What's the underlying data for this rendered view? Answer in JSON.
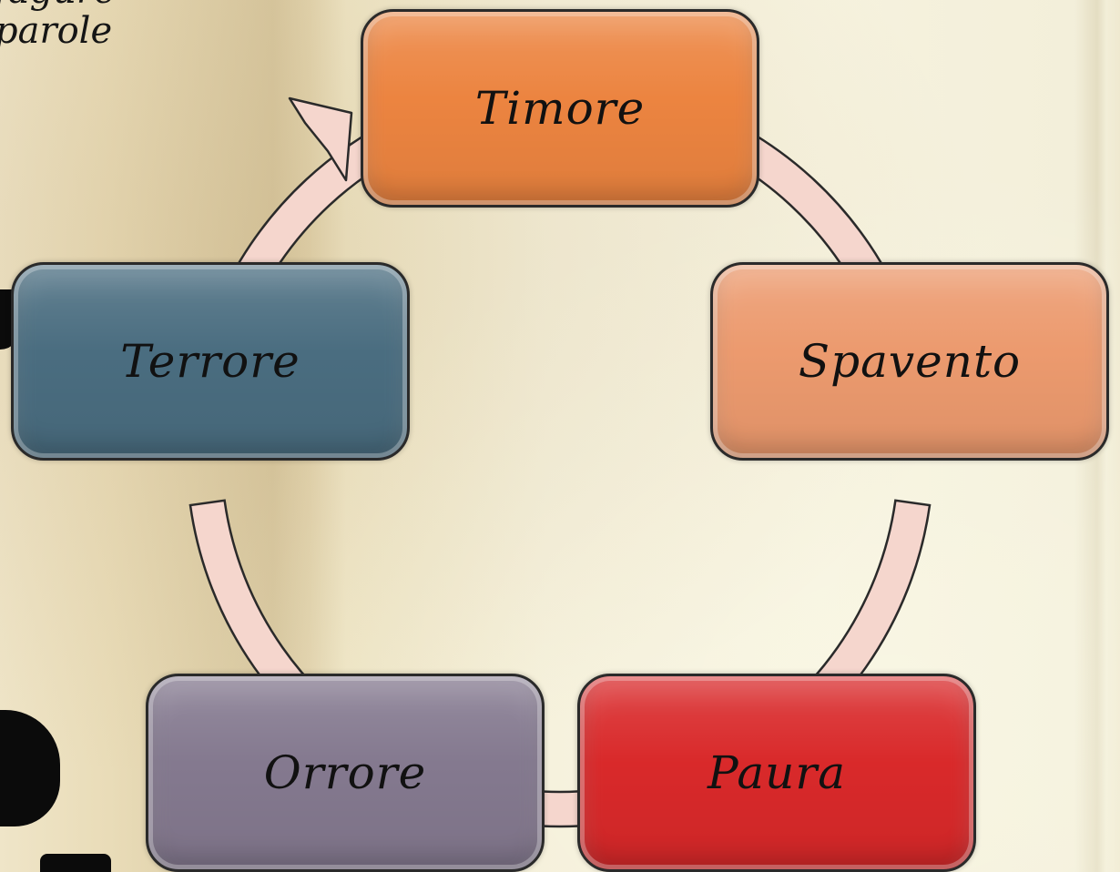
{
  "corner_text": "  fagure\nparole",
  "cycle": {
    "nodes": [
      {
        "id": "timore",
        "label": "Timore",
        "color": "#ec8440"
      },
      {
        "id": "spavento",
        "label": "Spavento",
        "color": "#ec9a6e"
      },
      {
        "id": "paura",
        "label": "Paura",
        "color": "#d9292a"
      },
      {
        "id": "orrore",
        "label": "Orrore",
        "color": "#84798f"
      },
      {
        "id": "terrore",
        "label": "Terrore",
        "color": "#4a6d80"
      }
    ],
    "connector_color": "#f5d6cd",
    "connector_outline": "#2a2a2a"
  }
}
